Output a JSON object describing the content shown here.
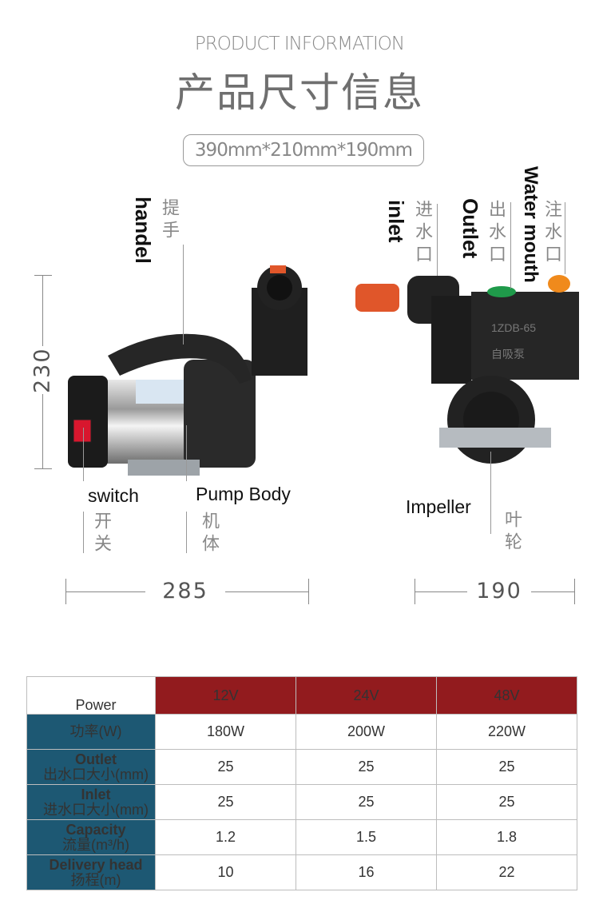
{
  "header": {
    "en": "PRODUCT INFORMATION",
    "cn": "产品尺寸信息",
    "dims": "390mm*210mm*190mm"
  },
  "labels": {
    "handle_en": "handel",
    "handle_cn": "提手",
    "switch_en": "switch",
    "switch_cn": "开关",
    "body_en": "Pump Body",
    "body_cn": "机体",
    "inlet_en": "inlet",
    "inlet_cn": "进水口",
    "outlet_en": "Outlet",
    "outlet_cn": "出水口",
    "water_en": "Water mouth",
    "water_cn": "注水口",
    "impeller_en": "Impeller",
    "impeller_cn": "叶轮",
    "plate_text": "1ZDB-65",
    "plate_text2": "自吸泵"
  },
  "dimensions": {
    "height": "230",
    "width_left": "285",
    "width_right": "190"
  },
  "table": {
    "corner": "Power",
    "columns": [
      "12V",
      "24V",
      "48V"
    ],
    "rows": [
      {
        "en": "",
        "cn": "功率(W)",
        "values": [
          "180W",
          "200W",
          "220W"
        ]
      },
      {
        "en": "Outlet",
        "cn": "出水口大小(mm)",
        "values": [
          "25",
          "25",
          "25"
        ]
      },
      {
        "en": "Inlet",
        "cn": "进水口大小(mm)",
        "values": [
          "25",
          "25",
          "25"
        ]
      },
      {
        "en": "Capacity",
        "cn": "流量(m³/h)",
        "values": [
          "1.2",
          "1.5",
          "1.8"
        ]
      },
      {
        "en": "Delivery head",
        "cn": "扬程(m)",
        "values": [
          "10",
          "16",
          "22"
        ]
      }
    ]
  },
  "colors": {
    "row_header_bg": "#1d5873",
    "col_header_bg": "#921b1e",
    "switch_red": "#d8172e",
    "inlet_orange": "#e0562a",
    "cap_green": "#1f9a4a",
    "cap_orange": "#f08a1c"
  }
}
